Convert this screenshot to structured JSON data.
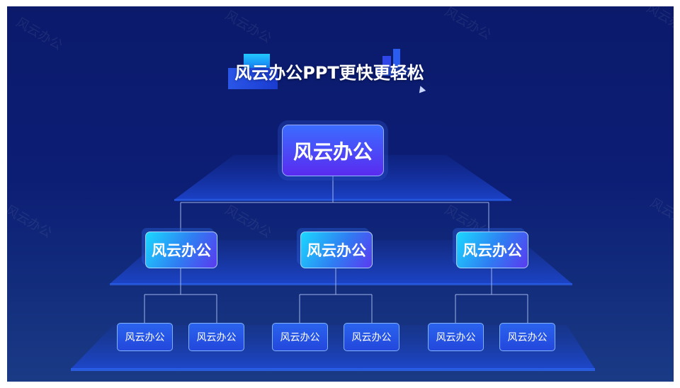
{
  "title": "风云办公PPT更快更轻松",
  "watermark_text": "风云办公",
  "root": {
    "label": "风云办公"
  },
  "branches": [
    {
      "label": "风云办公",
      "children": [
        {
          "label": "风云办公"
        },
        {
          "label": "风云办公"
        }
      ]
    },
    {
      "label": "风云办公",
      "children": [
        {
          "label": "风云办公"
        },
        {
          "label": "风云办公"
        }
      ]
    },
    {
      "label": "风云办公",
      "children": [
        {
          "label": "风云办公"
        },
        {
          "label": "风云办公"
        }
      ]
    }
  ],
  "colors": {
    "background": "#0b1a6b",
    "accent": "#2a63ee",
    "highlight": "#1ad8ff"
  }
}
